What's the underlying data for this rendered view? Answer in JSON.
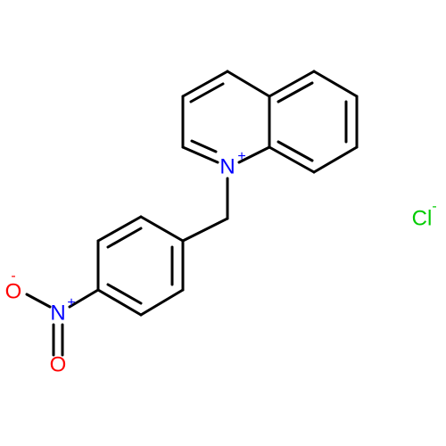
{
  "molecule": {
    "atoms": {
      "n_ring": {
        "symbol": "N",
        "charge": "+",
        "color": "#0000ff"
      },
      "n_nitro": {
        "symbol": "N",
        "charge": "+",
        "color": "#0000ff"
      },
      "o_minus": {
        "symbol": "O",
        "charge": "-",
        "color": "#ff0000"
      },
      "o_double": {
        "symbol": "O",
        "charge": "",
        "color": "#ff0000"
      }
    },
    "counterion": {
      "symbol": "Cl",
      "charge": "-",
      "color": "#00cc00"
    }
  }
}
